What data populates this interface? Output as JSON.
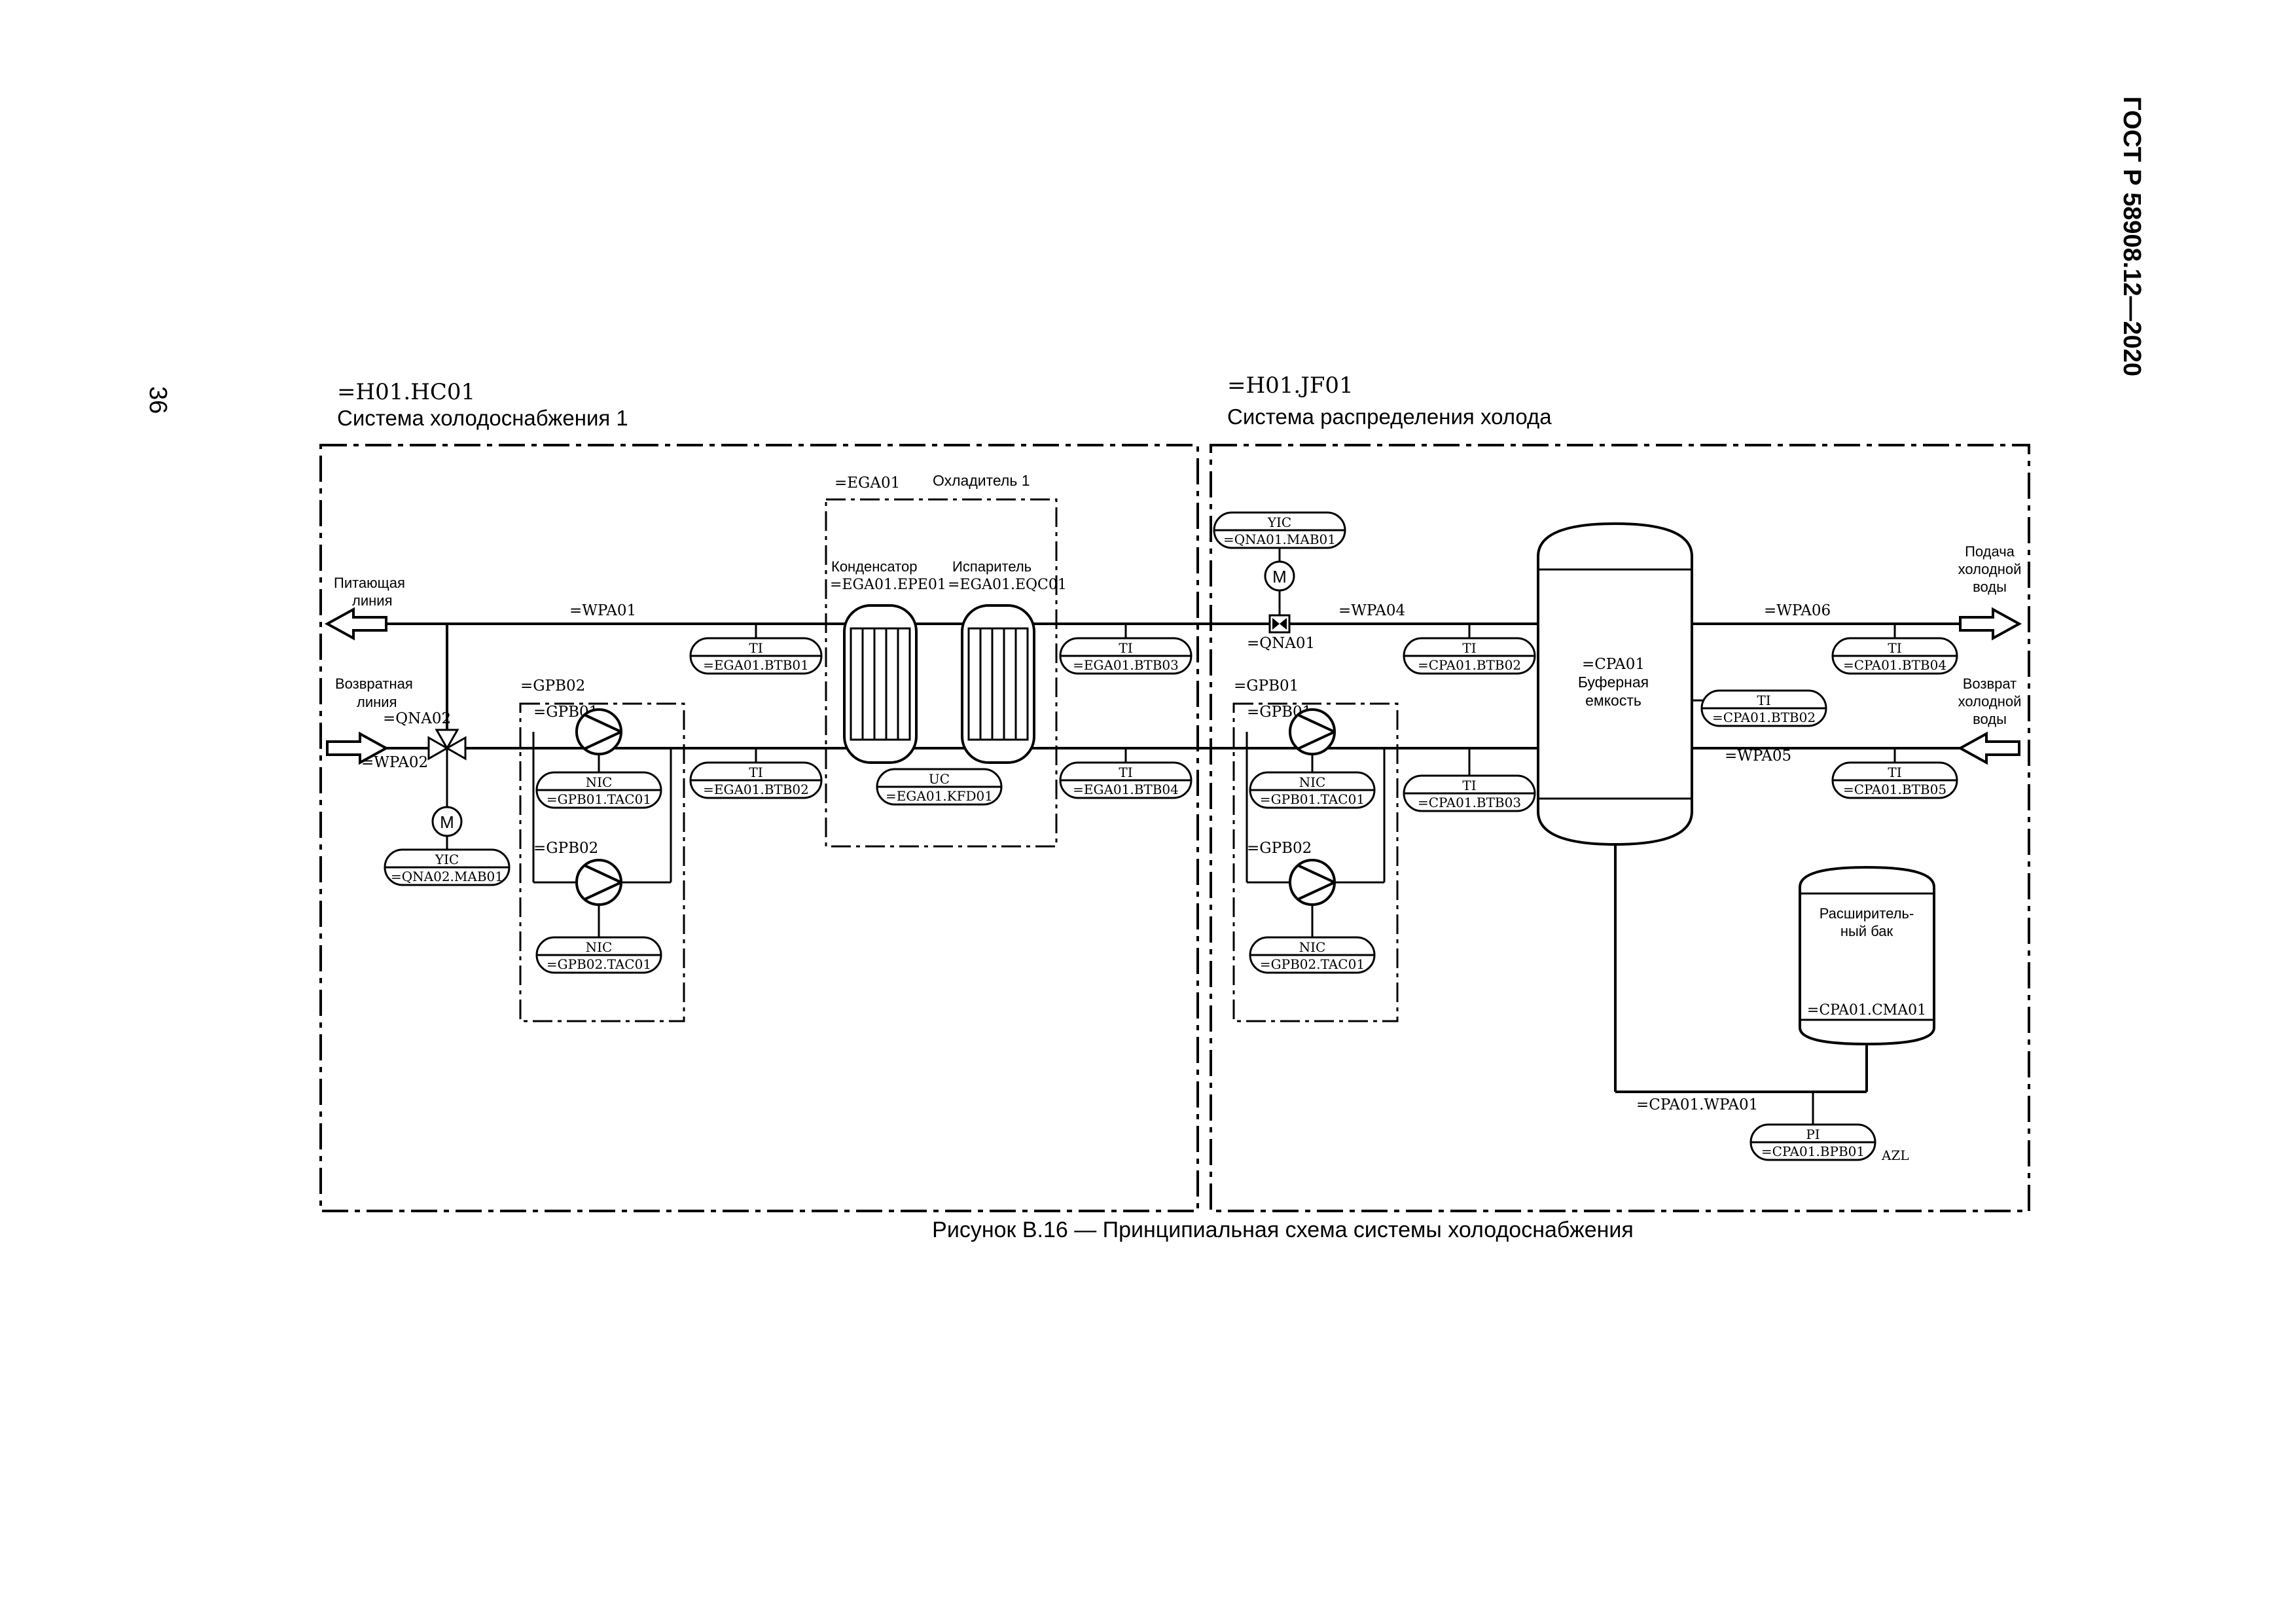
{
  "page": {
    "number": "36",
    "standard": "ГОСТ Р 58908.12—2020",
    "caption": "Рисунок В.16 — Принципиальная схема системы холодоснабжения"
  },
  "left_system": {
    "code": "=H01.HC01",
    "name": "Система холодоснабжения 1",
    "supply_label_1": "Питающая",
    "supply_label_2": "линия",
    "return_label_1": "Возвратная",
    "return_label_2": "линия",
    "valve_code": "=QNA02",
    "pipe_supply": "=WPA01",
    "pipe_return": "=WPA02",
    "yic": {
      "top": "YIC",
      "bottom": "=QNA02.MAB01"
    },
    "pump_group": "=GPB02",
    "pump1": "=GPB01",
    "pump2": "=GPB02",
    "nic1": {
      "top": "NIC",
      "bottom": "=GPB01.TAC01"
    },
    "nic2": {
      "top": "NIC",
      "bottom": "=GPB02.TAC01"
    },
    "ti1": {
      "top": "TI",
      "bottom": "=EGA01.BTB01"
    },
    "ti2": {
      "top": "TI",
      "bottom": "=EGA01.BTB02"
    },
    "ti3": {
      "top": "TI",
      "bottom": "=EGA01.BTB03"
    },
    "ti4": {
      "top": "TI",
      "bottom": "=EGA01.BTB04"
    },
    "chiller_code": "=EGA01",
    "chiller_name": "Охладитель 1",
    "condenser_name": "Конденсатор",
    "condenser_code": "=EGA01.EPE01",
    "evaporator_name": "Испаритель",
    "evaporator_code": "=EGA01.EQC01",
    "uc": {
      "top": "UC",
      "bottom": "=EGA01.KFD01"
    }
  },
  "right_system": {
    "code": "=H01.JF01",
    "name": "Система распределения холода",
    "yic": {
      "top": "YIC",
      "bottom": "=QNA01.MAB01"
    },
    "valve_code": "=QNA01",
    "pipe_supply": "=WPA04",
    "pump_group": "=GPB01",
    "pump1": "=GPB01",
    "pump2": "=GPB02",
    "nic1": {
      "top": "NIC",
      "bottom": "=GPB01.TAC01"
    },
    "nic2": {
      "top": "NIC",
      "bottom": "=GPB02.TAC01"
    },
    "ti1": {
      "top": "TI",
      "bottom": "=CPA01.BTB02"
    },
    "ti2": {
      "top": "TI",
      "bottom": "=CPA01.BTB03"
    },
    "ti_mid": {
      "top": "TI",
      "bottom": "=CPA01.BTB02"
    },
    "ti4": {
      "top": "TI",
      "bottom": "=CPA01.BTB04"
    },
    "ti5": {
      "top": "TI",
      "bottom": "=CPA01.BTB05"
    },
    "tank_code": "=CPA01",
    "tank_name_1": "Буферная",
    "tank_name_2": "емкость",
    "pipe_out": "=WPA06",
    "pipe_in": "=WPA05",
    "supply_out_1": "Подача",
    "supply_out_2": "холодной",
    "supply_out_3": "воды",
    "return_in_1": "Возврат",
    "return_in_2": "холодной",
    "return_in_3": "воды",
    "exp_name_1": "Расширитель-",
    "exp_name_2": "ный бак",
    "exp_code": "=CPA01.CMA01",
    "exp_pipe": "=CPA01.WPA01",
    "pi": {
      "top": "PI",
      "bottom": "=CPA01.BPB01"
    },
    "pi_alarm": "AZL",
    "motor_symbol": "M"
  }
}
